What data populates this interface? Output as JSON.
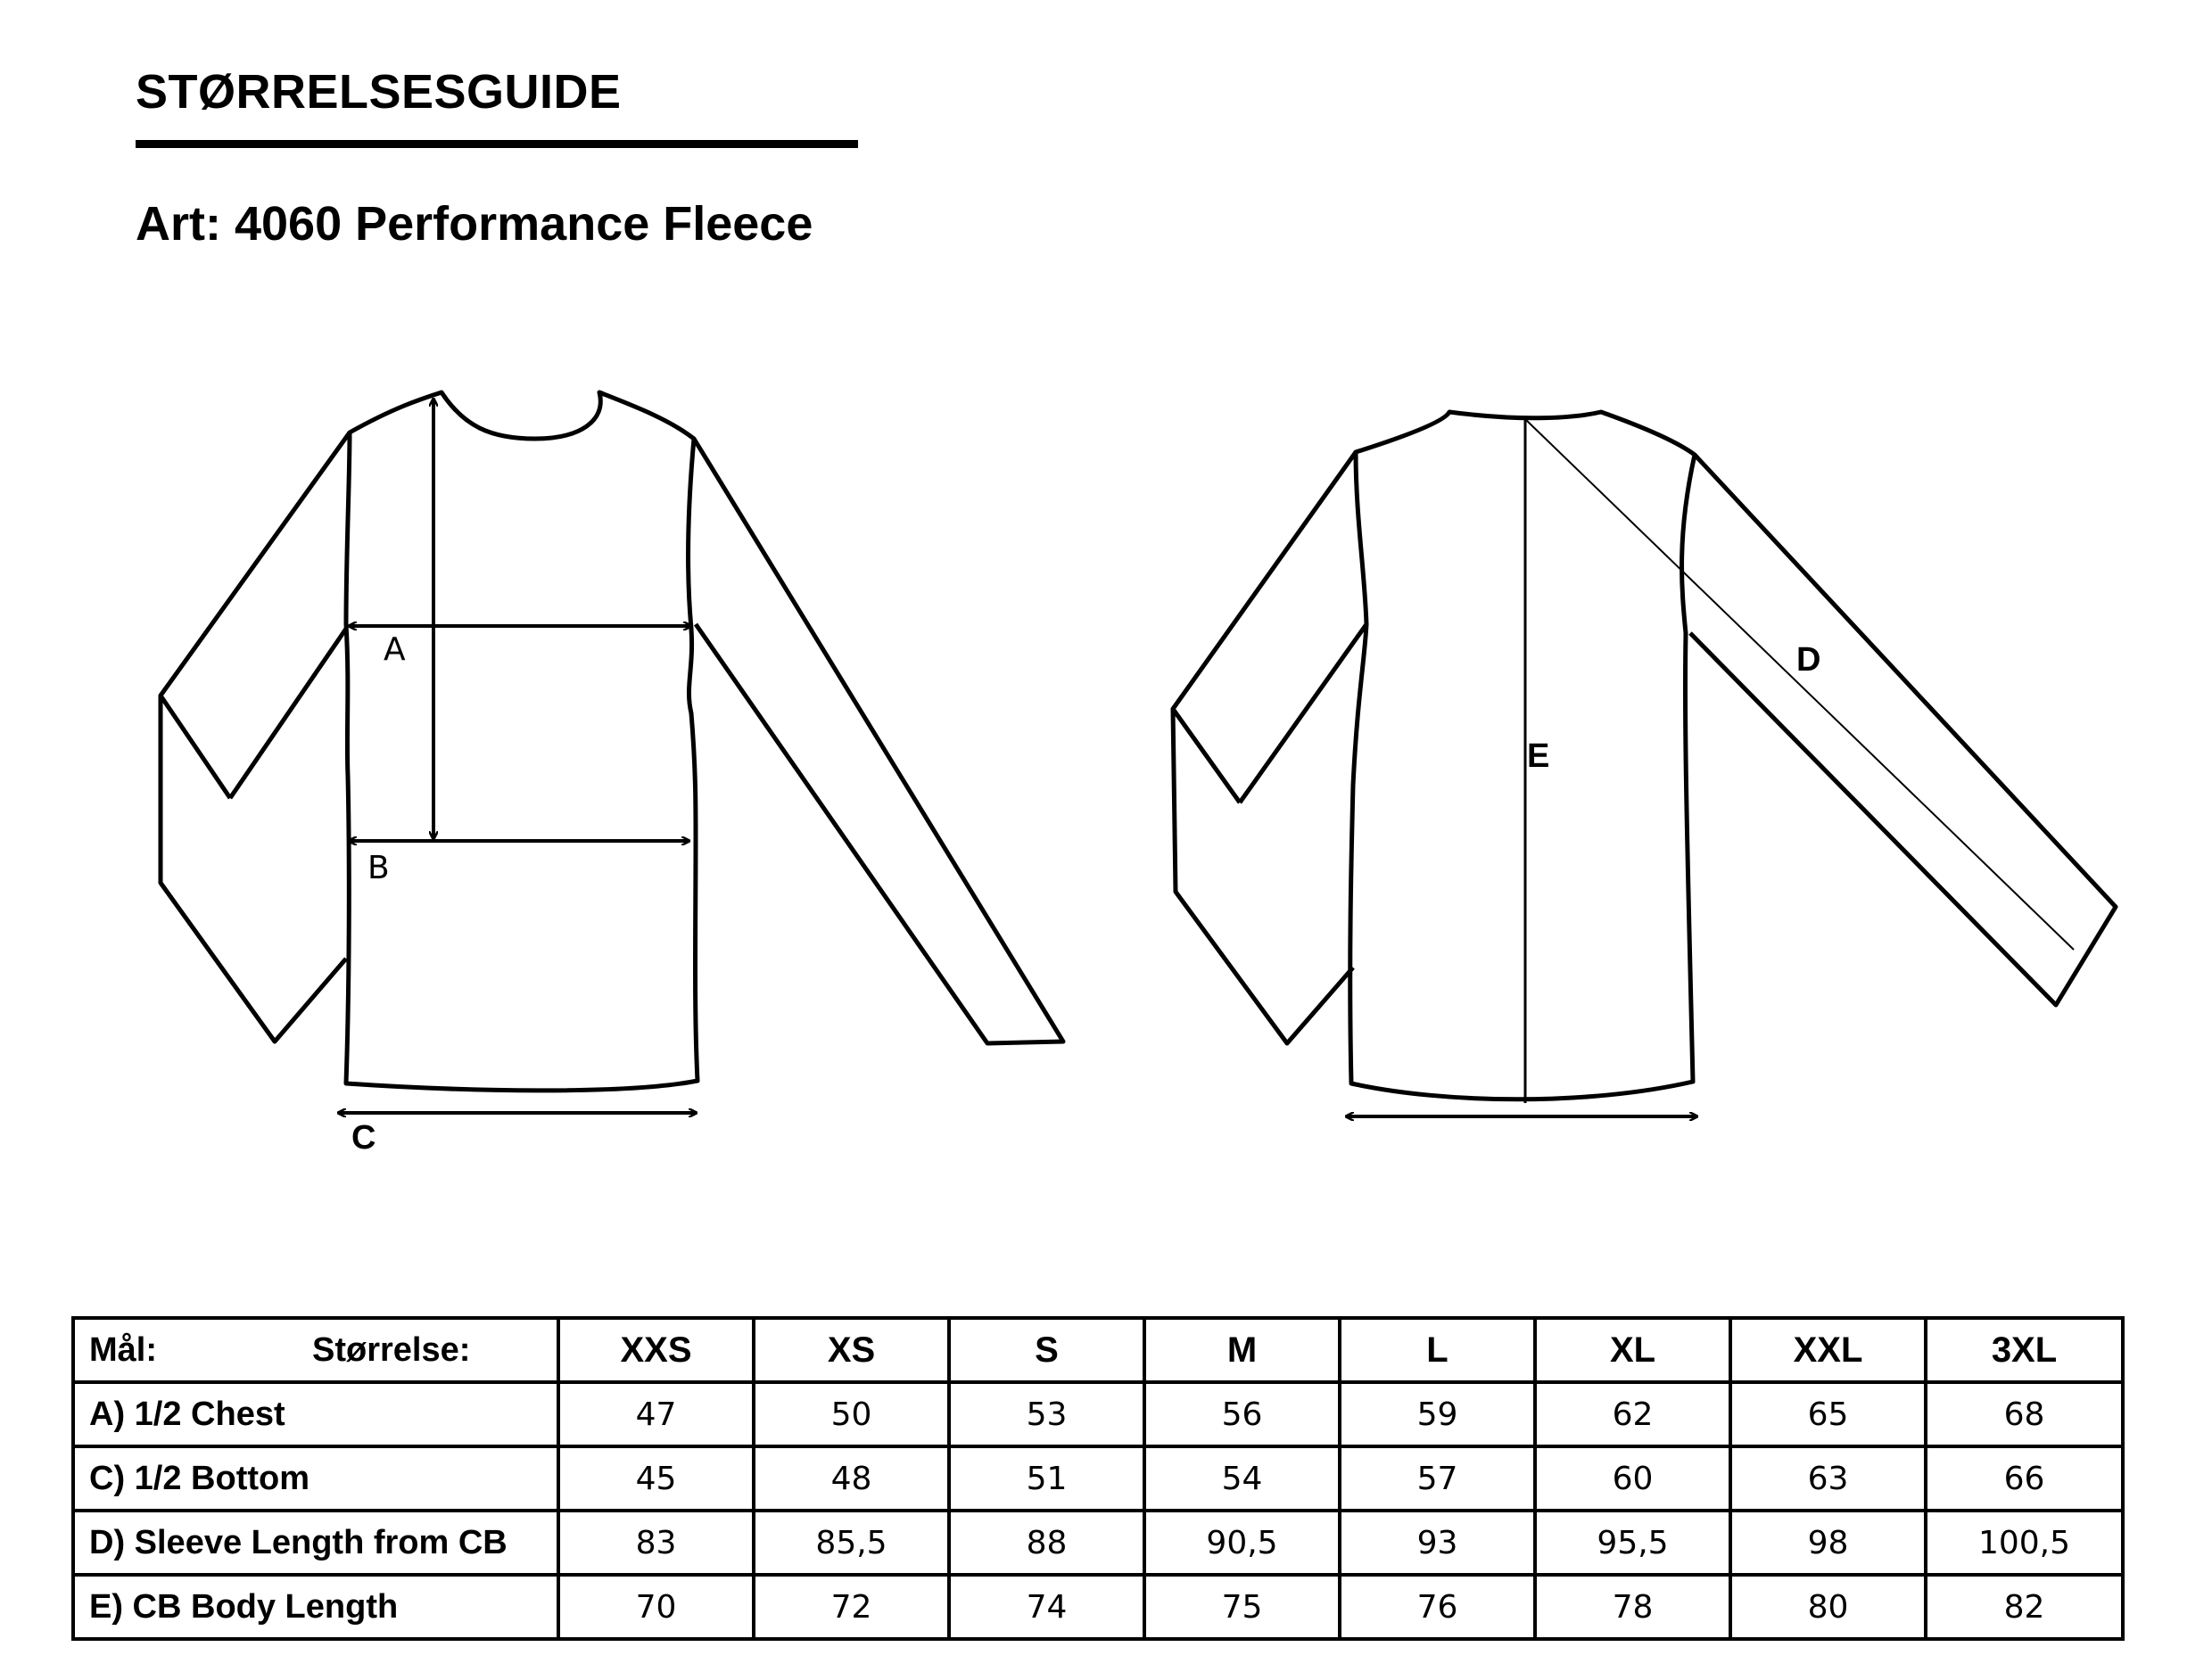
{
  "header": {
    "title": "STØRRELSESGUIDE",
    "article": "Art: 4060 Performance Fleece"
  },
  "diagram": {
    "front_labels": {
      "a": "A",
      "b": "B",
      "c": "C"
    },
    "back_labels": {
      "d": "D",
      "e": "E"
    }
  },
  "table": {
    "corner": {
      "measure_label": "Mål:",
      "size_label": "Størrelse:"
    },
    "sizes": [
      "XXS",
      "XS",
      "S",
      "M",
      "L",
      "XL",
      "XXL",
      "3XL"
    ],
    "rows": [
      {
        "label": "A) 1/2 Chest",
        "values": [
          "47",
          "50",
          "53",
          "56",
          "59",
          "62",
          "65",
          "68"
        ]
      },
      {
        "label": "C) 1/2 Bottom",
        "values": [
          "45",
          "48",
          "51",
          "54",
          "57",
          "60",
          "63",
          "66"
        ]
      },
      {
        "label": "D) Sleeve Length from CB",
        "values": [
          "83",
          "85,5",
          "88",
          "90,5",
          "93",
          "95,5",
          "98",
          "100,5"
        ]
      },
      {
        "label": "E) CB Body Length",
        "values": [
          "70",
          "72",
          "74",
          "75",
          "76",
          "78",
          "80",
          "82"
        ]
      }
    ]
  }
}
